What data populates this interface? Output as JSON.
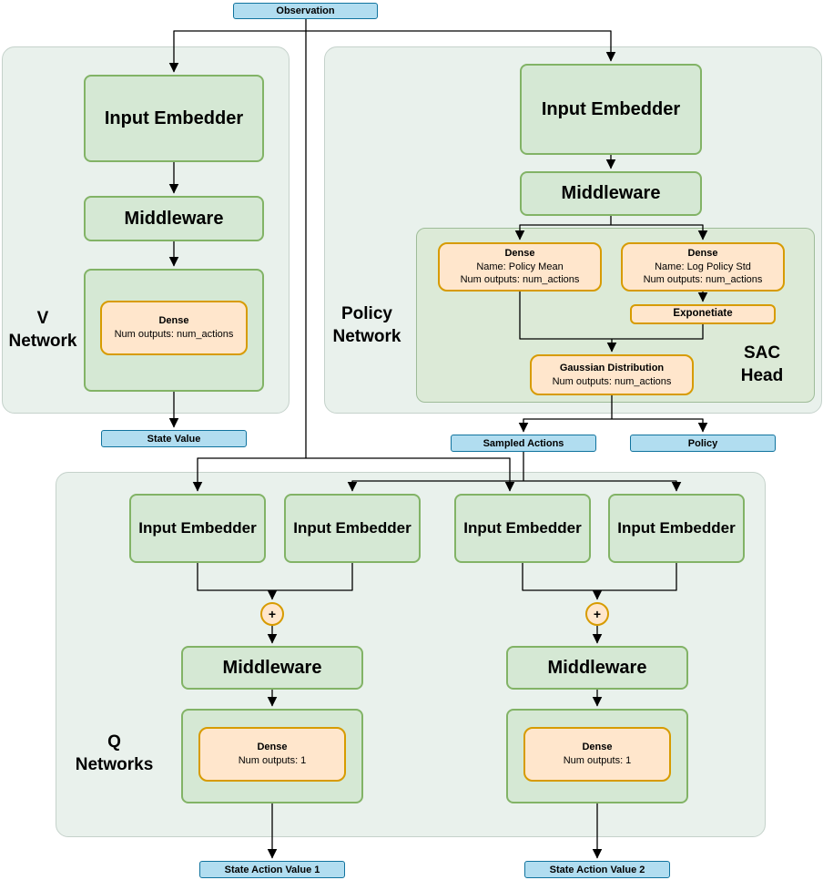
{
  "diagram": {
    "observation": "Observation",
    "v_network": {
      "label": "V\nNetwork",
      "input_embedder": "Input Embedder",
      "middleware": "Middleware",
      "dense": {
        "title": "Dense",
        "line1": "Num outputs: num_actions"
      },
      "output": "State Value"
    },
    "policy_network": {
      "label": "Policy\nNetwork",
      "input_embedder": "Input Embedder",
      "middleware": "Middleware",
      "sac_head_label": "SAC\nHead",
      "dense_policy_mean": {
        "title": "Dense",
        "line1": "Name: Policy Mean",
        "line2": "Num outputs: num_actions"
      },
      "dense_log_policy_std": {
        "title": "Dense",
        "line1": "Name: Log Policy Std",
        "line2": "Num outputs: num_actions"
      },
      "exponentiate": "Exponetiate",
      "gaussian_distribution": {
        "title": "Gaussian Distribution",
        "line1": "Num outputs: num_actions"
      },
      "sampled_actions_output": "Sampled Actions",
      "policy_output": "Policy"
    },
    "q_networks": {
      "label": "Q\nNetworks",
      "input_embedder": "Input Embedder",
      "sum_symbol": "+",
      "middleware": "Middleware",
      "dense": {
        "title": "Dense",
        "line1": "Num outputs: 1"
      },
      "output_1": "State Action Value 1",
      "output_2": "State Action Value 2"
    },
    "colors": {
      "node_green_fill": "#D5E8D4",
      "node_green_stroke": "#82B366",
      "node_orange_fill": "#FFE6CC",
      "node_orange_stroke": "#D79B00",
      "node_blue_fill": "#B1DDF0",
      "node_blue_stroke": "#10739E",
      "container_fill": "#E9F1EC",
      "sac_container_fill": "#DCEAD7",
      "arrow": "#000000"
    }
  }
}
